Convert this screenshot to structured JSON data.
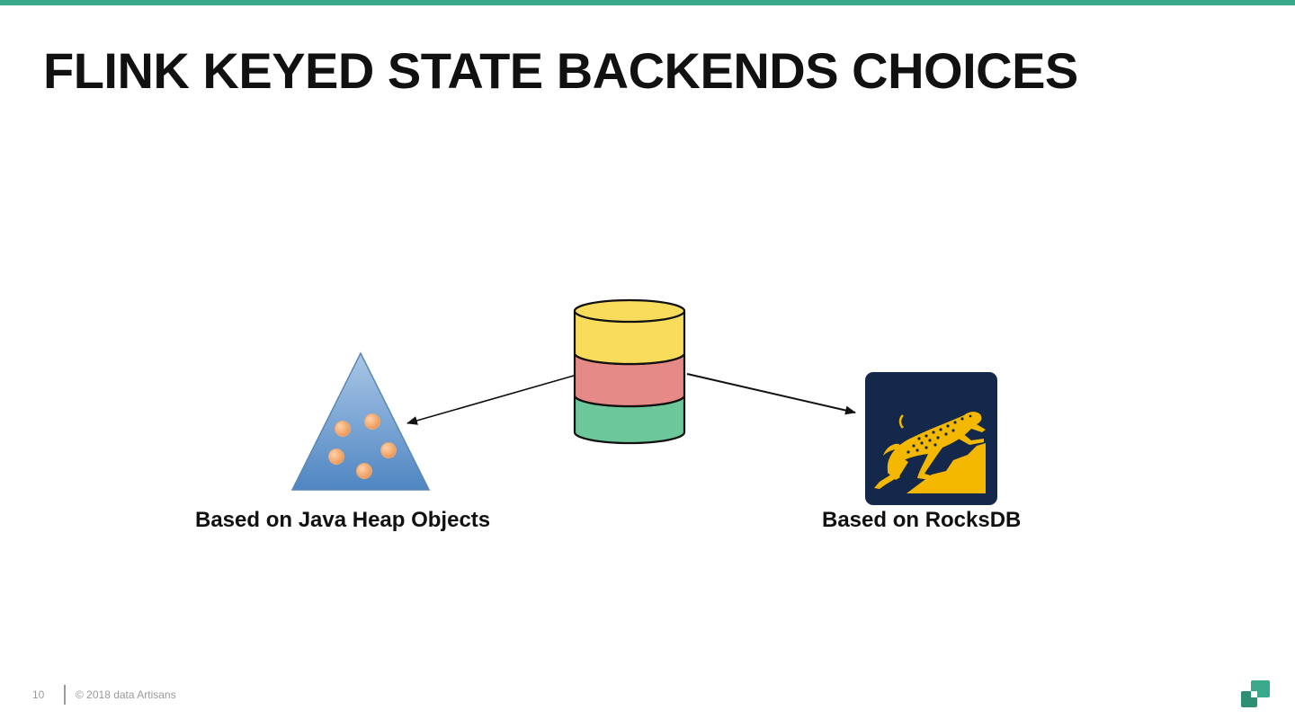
{
  "title": "FLINK KEYED STATE BACKENDS CHOICES",
  "left_backend": {
    "label": "Based on Java Heap Objects",
    "icon": "heap-triangle-icon"
  },
  "right_backend": {
    "label": "Based on RocksDB",
    "icon": "rocksdb-cheetah-logo"
  },
  "center_icon": "state-database-icon",
  "footer": {
    "page_number": "10",
    "copyright": "© 2018 data Artisans",
    "logo": "data-artisans-logo"
  },
  "colors": {
    "accent": "#3aa98b",
    "db_top": "#f9dc5c",
    "db_middle": "#e58a86",
    "db_bottom": "#6cc79b",
    "triangle": "#4f86c2",
    "heap_objects": "#f0a66c",
    "rocksdb_bg": "#13284a",
    "rocksdb_fg": "#f5b800"
  }
}
